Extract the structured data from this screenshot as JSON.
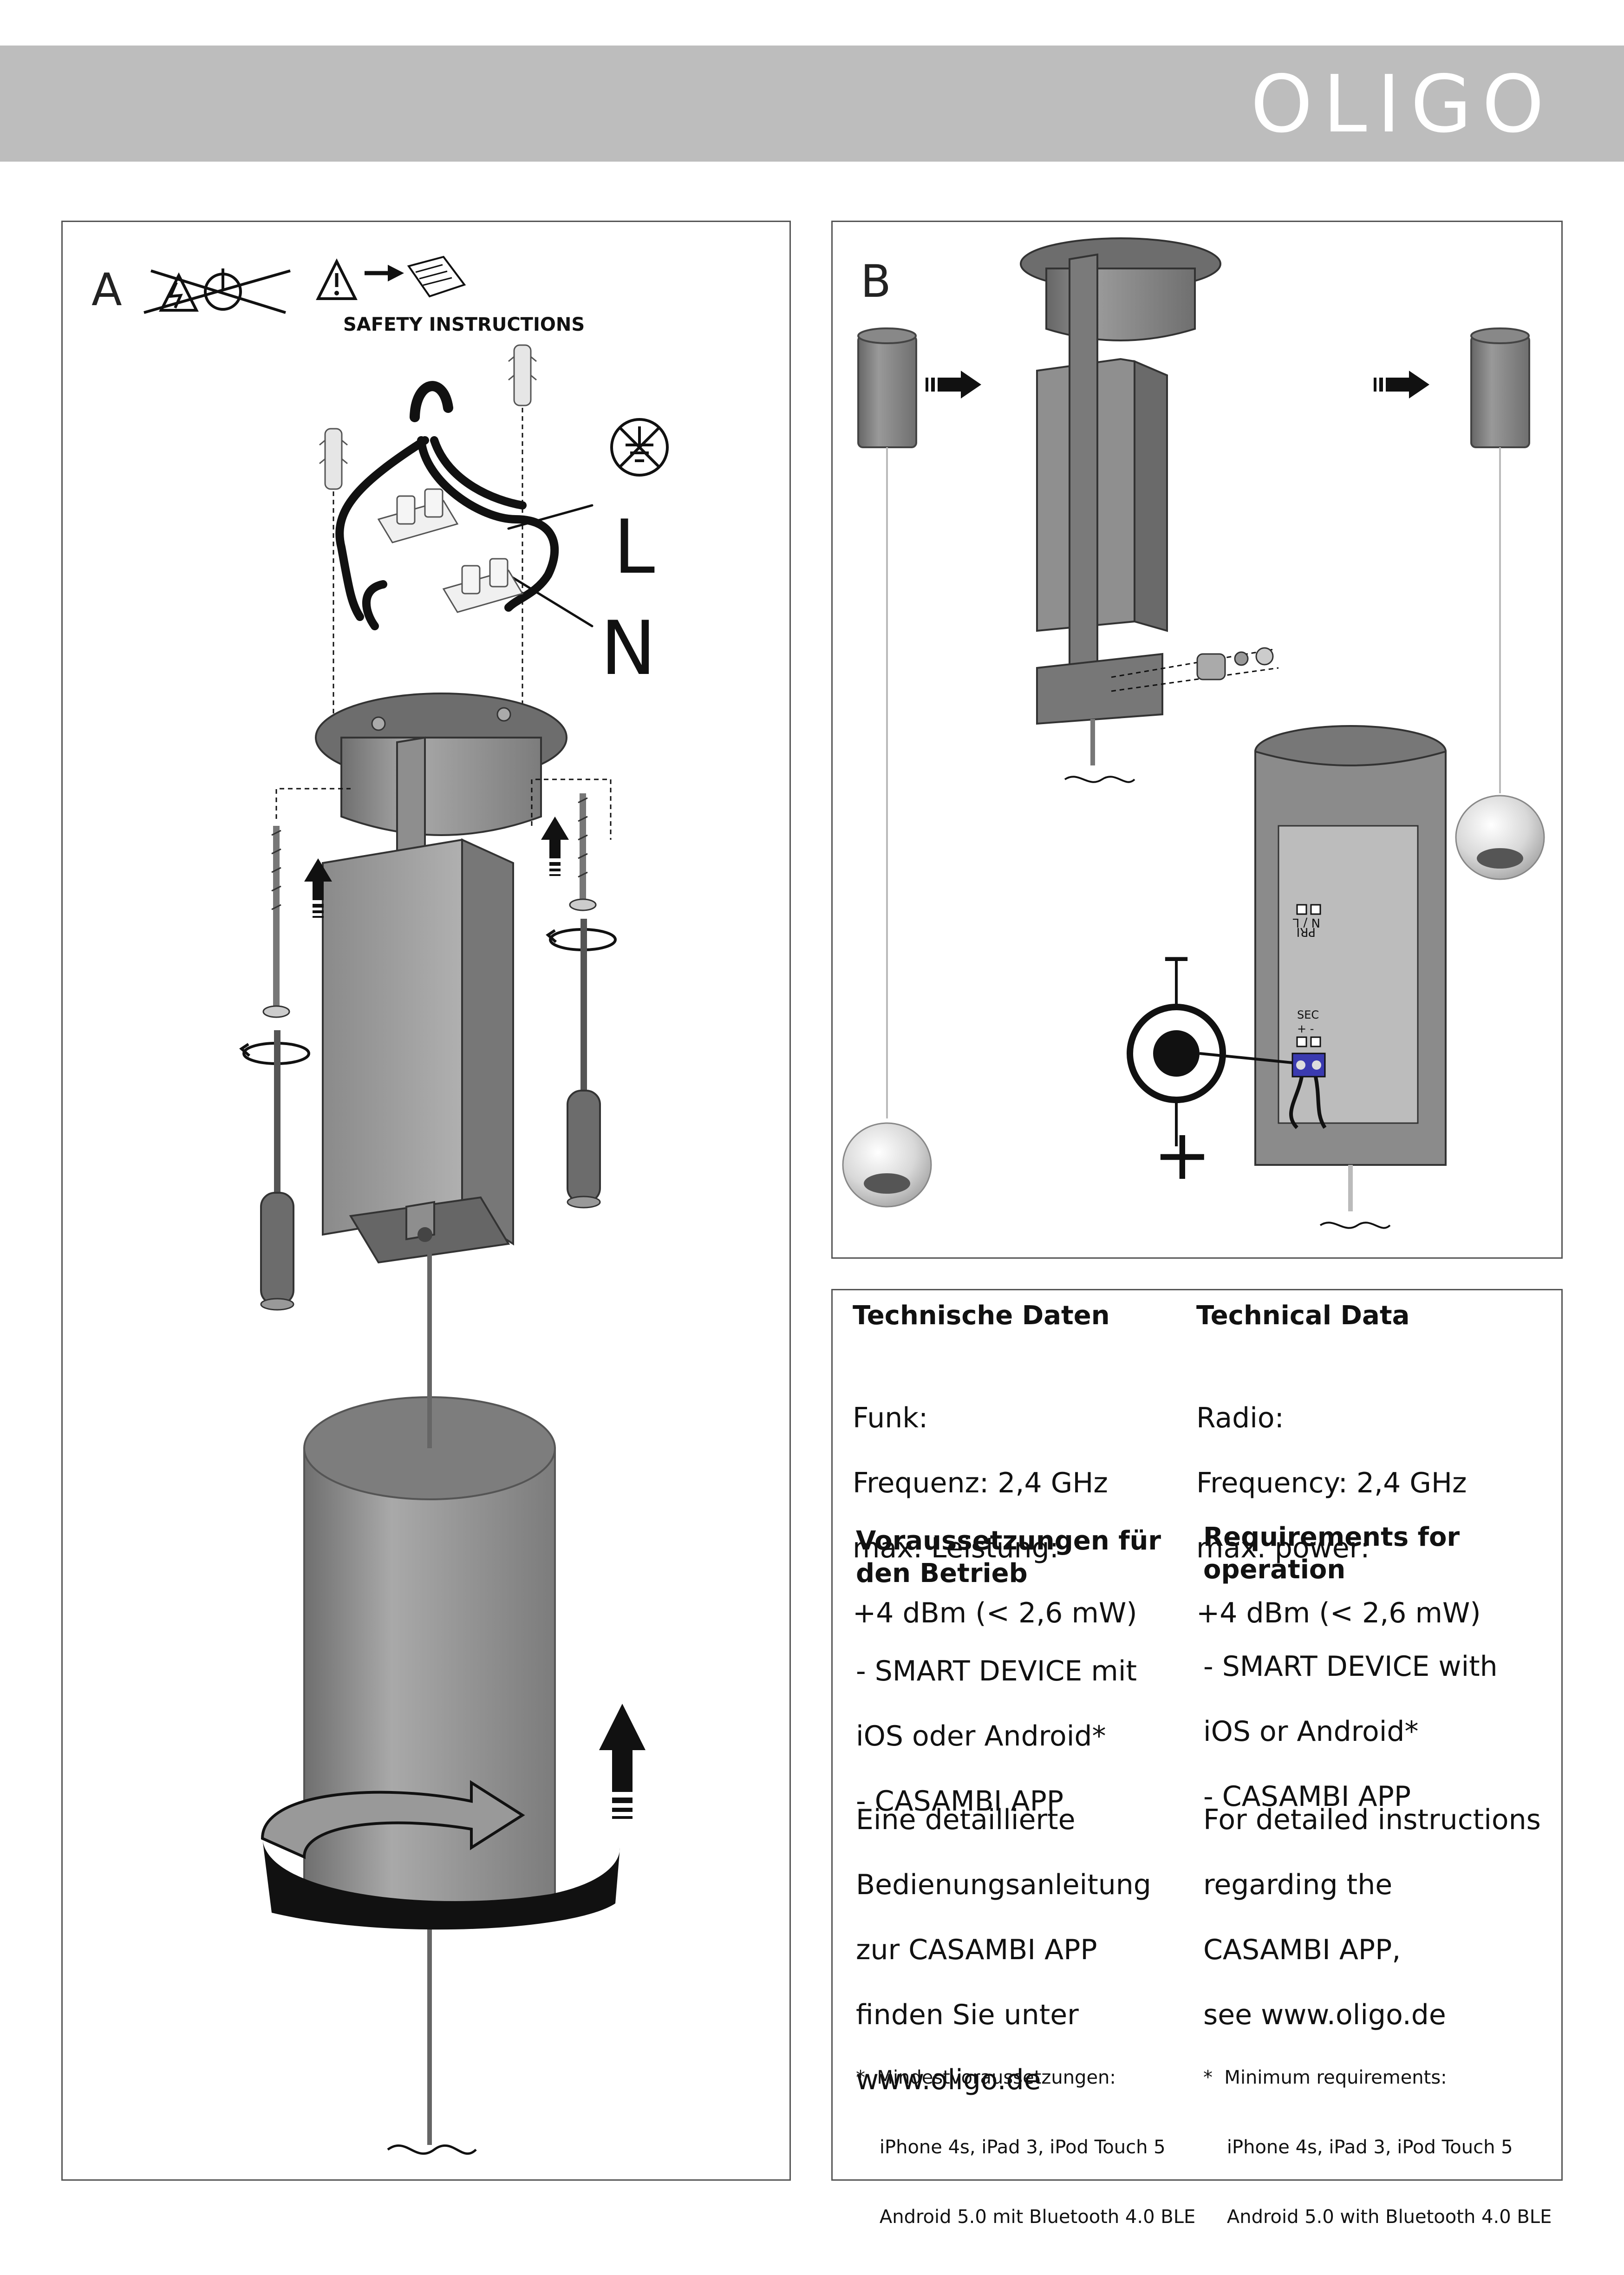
{
  "header": {
    "brand": "OLIGO"
  },
  "panel_a": {
    "letter": "A",
    "safety_label": "SAFETY INSTRUCTIONS",
    "wire_live": "L",
    "wire_neutral": "N"
  },
  "panel_b": {
    "letter": "B",
    "terminal_pri": "PRI",
    "terminal_nl": "N / L",
    "terminal_sec": "SEC",
    "terminal_sec_signs": "+ -",
    "polarity_minus": "–",
    "polarity_plus": "+"
  },
  "tech": {
    "de": {
      "title": "Technische Daten",
      "radio_lines": [
        "Funk:",
        "Frequenz: 2,4 GHz",
        "max. Leistung:",
        "+4 dBm (< 2,6 mW)"
      ],
      "req_title_lines": [
        "Voraussetzungen für",
        "den Betrieb"
      ],
      "req_lines": [
        "- SMART DEVICE mit",
        "iOS oder Android*",
        "- CASAMBI APP"
      ],
      "instr_lines": [
        "Eine detaillierte",
        "Bedienungsanleitung",
        "zur CASAMBI APP",
        "finden Sie unter",
        "www.oligo.de"
      ],
      "footnote_lines": [
        "*  Mindestvoraussetzungen:",
        "    iPhone 4s, iPad 3, iPod Touch 5",
        "    Android 5.0 mit Bluetooth 4.0 BLE"
      ]
    },
    "en": {
      "title": "Technical Data",
      "radio_lines": [
        "Radio:",
        "Frequency: 2,4 GHz",
        "max. power:",
        "+4 dBm (< 2,6 mW)"
      ],
      "req_title_lines": [
        "Requirements for",
        "operation"
      ],
      "req_lines": [
        "- SMART DEVICE with",
        "iOS or Android*",
        "- CASAMBI APP"
      ],
      "instr_lines": [
        "For detailed instructions",
        "regarding the",
        "CASAMBI APP,",
        "see www.oligo.de"
      ],
      "footnote_lines": [
        "*  Minimum requirements:",
        "    iPhone 4s, iPad 3, iPod Touch 5",
        "    Android 5.0 with Bluetooth 4.0 BLE"
      ]
    }
  }
}
